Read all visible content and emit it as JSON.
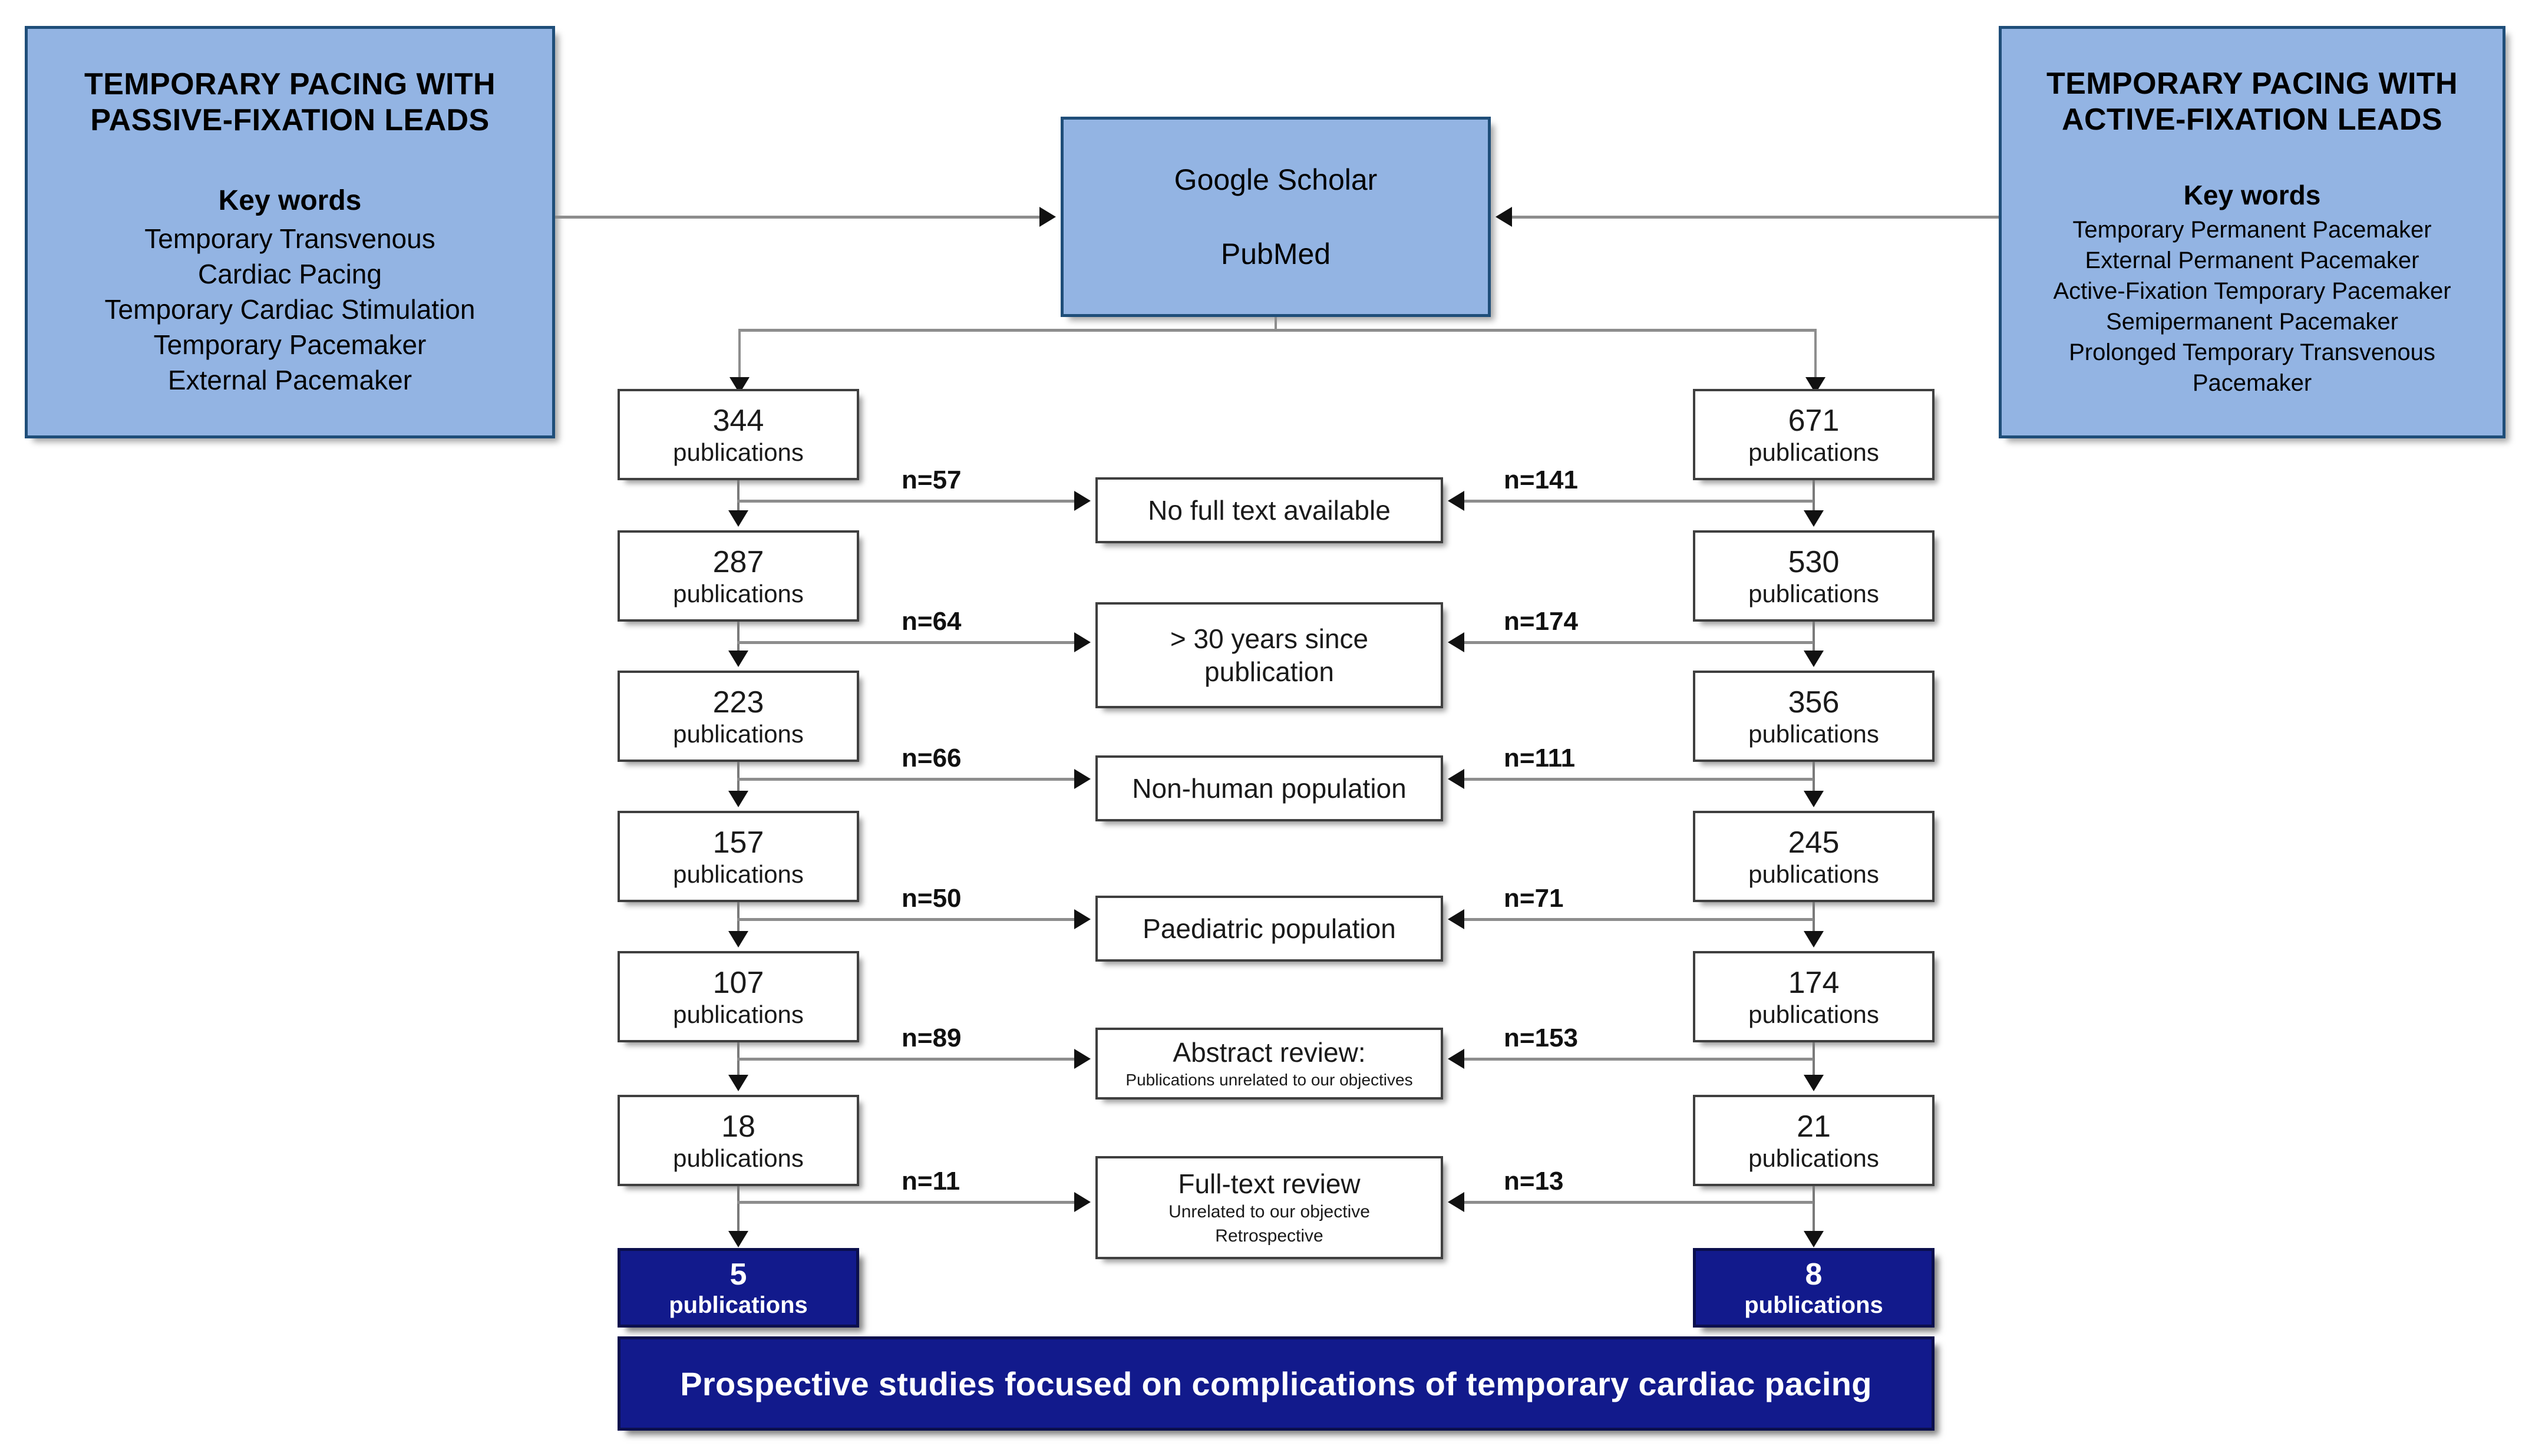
{
  "colors": {
    "panel_fill": "#93B4E3",
    "panel_border": "#1F4E79",
    "count_border": "#3F3F3F",
    "result_fill": "#121A8C",
    "connector": "#8D8D8D",
    "arrow": "#111111"
  },
  "left_panel": {
    "title_line1": "TEMPORARY PACING WITH",
    "title_line2": "PASSIVE-FIXATION LEADS",
    "keywords_heading": "Key words",
    "keywords": [
      "Temporary Transvenous",
      "Cardiac Pacing",
      "Temporary Cardiac Stimulation",
      "Temporary Pacemaker",
      "External Pacemaker"
    ]
  },
  "right_panel": {
    "title_line1": "TEMPORARY PACING WITH",
    "title_line2": "ACTIVE-FIXATION LEADS",
    "keywords_heading": "Key words",
    "keywords": [
      "Temporary Permanent Pacemaker",
      "External Permanent Pacemaker",
      "Active-Fixation Temporary Pacemaker",
      "Semipermanent Pacemaker",
      "Prolonged Temporary Transvenous",
      "Pacemaker"
    ]
  },
  "sources": {
    "line1": "Google Scholar",
    "line2": "PubMed"
  },
  "unit_label": "publications",
  "left_counts": [
    "344",
    "287",
    "223",
    "157",
    "107",
    "18"
  ],
  "right_counts": [
    "671",
    "530",
    "356",
    "245",
    "174",
    "21"
  ],
  "exclusions": [
    {
      "main": "No full text available",
      "sub1": "",
      "sub2": "",
      "left_n": "n=57",
      "right_n": "n=141"
    },
    {
      "main_l1": "> 30 years since",
      "main_l2": "publication",
      "sub1": "",
      "sub2": "",
      "left_n": "n=64",
      "right_n": "n=174"
    },
    {
      "main": "Non-human population",
      "sub1": "",
      "sub2": "",
      "left_n": "n=66",
      "right_n": "n=111"
    },
    {
      "main": "Paediatric population",
      "sub1": "",
      "sub2": "",
      "left_n": "n=50",
      "right_n": "n=71"
    },
    {
      "main": "Abstract review:",
      "sub1": "Publications  unrelated to our objectives",
      "sub2": "",
      "left_n": "n=89",
      "right_n": "n=153"
    },
    {
      "main": "Full-text review",
      "sub1": "Unrelated to our objective",
      "sub2": "Retrospective",
      "left_n": "n=11",
      "right_n": "n=13"
    }
  ],
  "results": {
    "left_count": "5",
    "right_count": "8",
    "conclusion": "Prospective studies focused on complications of temporary cardiac pacing"
  }
}
